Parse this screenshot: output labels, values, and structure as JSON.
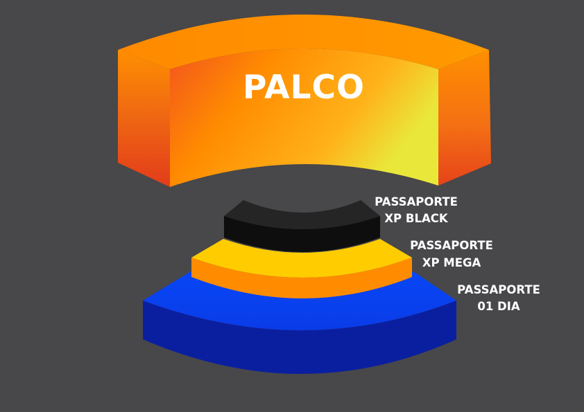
{
  "stage": {
    "label": "PALCO"
  },
  "zones": [
    {
      "line1": "PASSAPORTE",
      "line2": "XP BLACK",
      "color": "#1b1b1b"
    },
    {
      "line1": "PASSAPORTE",
      "line2": "XP MEGA",
      "color": "#ffcc00"
    },
    {
      "line1": "PASSAPORTE",
      "line2": "01 DIA",
      "color": "#0a3df0"
    }
  ],
  "colors": {
    "background": "#48474a",
    "stage_orange": "#ff8a00",
    "stage_red": "#e8401a",
    "stage_yellow": "#f0e640"
  }
}
